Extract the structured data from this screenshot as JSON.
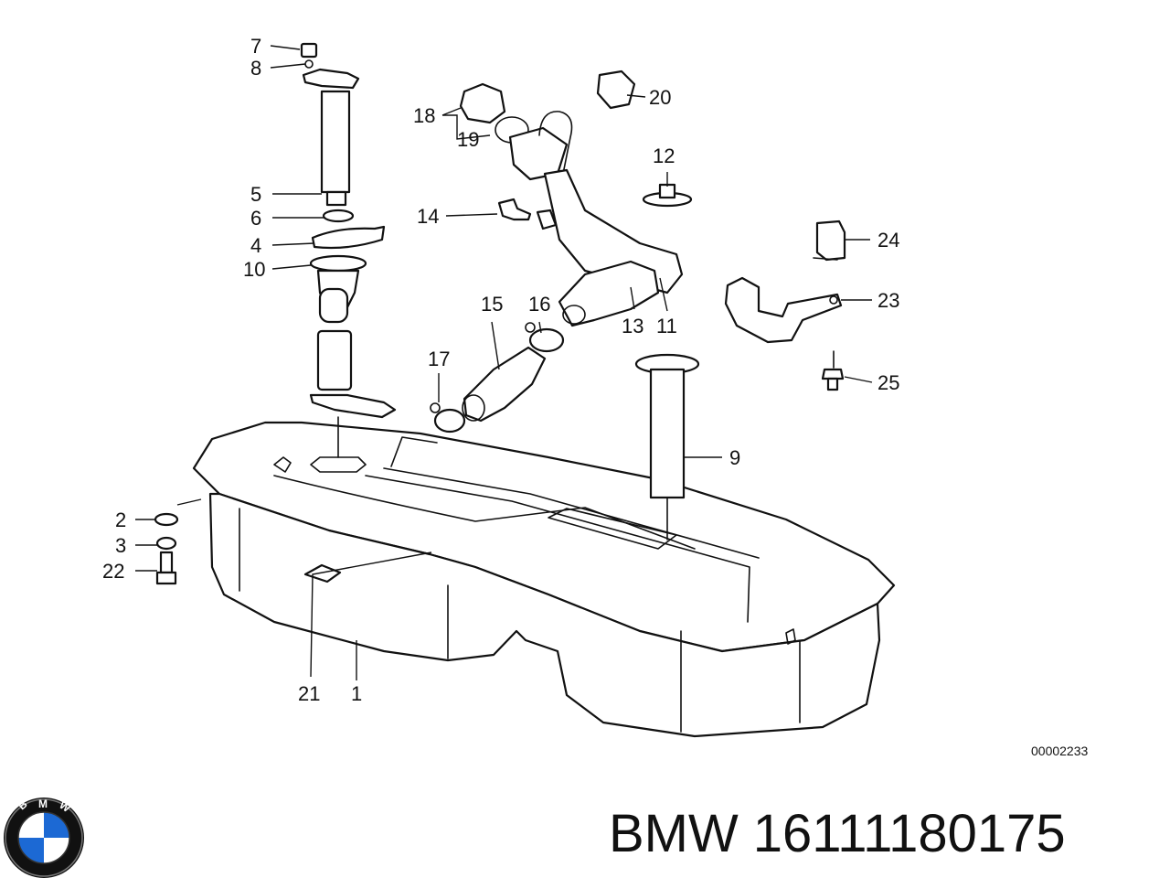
{
  "diagram": {
    "part_numbers": [
      "7",
      "8",
      "5",
      "6",
      "4",
      "10",
      "18",
      "19",
      "20",
      "12",
      "14",
      "24",
      "23",
      "25",
      "15",
      "16",
      "13",
      "11",
      "17",
      "9",
      "2",
      "3",
      "22",
      "21",
      "1"
    ],
    "reference_code": "00002233"
  },
  "caption": {
    "brand": "BMW",
    "part_number": "16111180175"
  },
  "logo": {
    "letters": "BMW",
    "colors": {
      "blue": "#1c69d4",
      "white": "#ffffff",
      "ring": "#111111"
    }
  }
}
